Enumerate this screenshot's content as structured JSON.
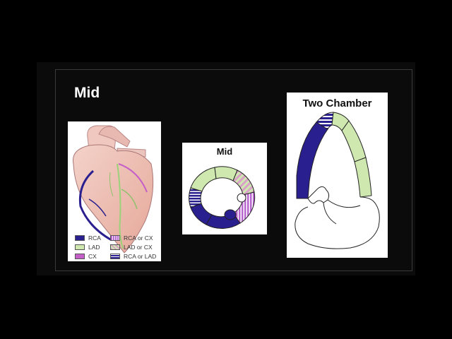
{
  "slide": {
    "title": "Mid"
  },
  "panels": {
    "heart": {
      "legend": [
        {
          "label": "RCA",
          "color": "#2a1f8f",
          "pattern": "solid"
        },
        {
          "label": "RCA or CX",
          "color": "#b866cf",
          "pattern": "stripe-purple"
        },
        {
          "label": "LAD",
          "color": "#cfe8b0",
          "pattern": "solid"
        },
        {
          "label": "LAD or CX",
          "color": "#d9a0c8",
          "pattern": "stripe-pink"
        },
        {
          "label": "CX",
          "color": "#c45fc7",
          "pattern": "solid"
        },
        {
          "label": "RCA or LAD",
          "color": "#2a1f8f",
          "pattern": "stripe-blue"
        }
      ]
    },
    "short_axis": {
      "label": "Mid"
    },
    "two_chamber": {
      "label": "Two Chamber"
    }
  },
  "colors": {
    "rca": "#2a1f8f",
    "lad": "#cfe8b0",
    "cx": "#c45fc7"
  }
}
